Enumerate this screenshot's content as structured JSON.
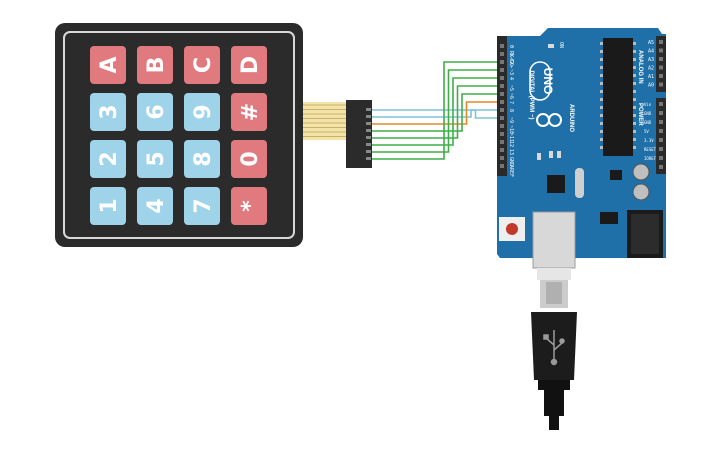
{
  "keypad": {
    "rows": [
      [
        "A",
        "B",
        "C",
        "D"
      ],
      [
        "3",
        "6",
        "9",
        "#"
      ],
      [
        "2",
        "5",
        "8",
        "0"
      ],
      [
        "1",
        "4",
        "7",
        "*"
      ]
    ],
    "colors": {
      "red": "#e07a7f",
      "blue": "#9fd3ea",
      "body": "#2b2b2b"
    }
  },
  "arduino": {
    "model": "UNO",
    "brand": "ARDUINO",
    "digital_label": "DIGITAL (PWM ~)",
    "analog_label": "ANALOG IN",
    "power_label": "POWER",
    "on_label": "ON",
    "digital_pins": [
      "0 RX⊲",
      "1 TX⊳",
      "2",
      "~3",
      "4",
      "~5",
      "~6",
      "7",
      "8",
      "~9",
      "~10",
      "~11",
      "12",
      "13",
      "GND",
      "AREF"
    ],
    "analog_pins": [
      "A5",
      "A4",
      "A3",
      "A2",
      "A1",
      "A0"
    ],
    "power_pins": [
      "Vin",
      "GND",
      "GND",
      "5V",
      "3.3V",
      "RESET",
      "IOREF"
    ],
    "board_color": "#1f6fa8"
  },
  "wire_colors": [
    "#7ec3d6",
    "#7ec3d6",
    "#e08a2a",
    "#3fae49",
    "#3fae49",
    "#3fae49",
    "#3fae49",
    "#3fae49"
  ]
}
